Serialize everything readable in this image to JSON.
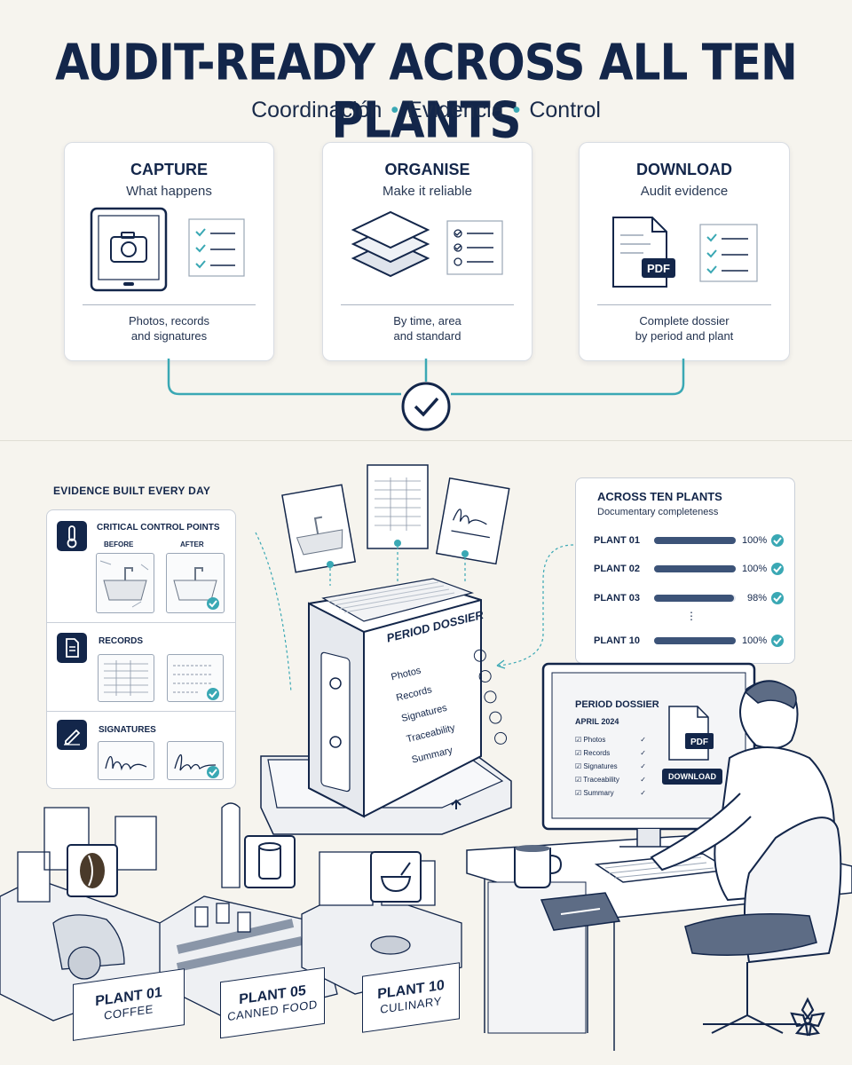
{
  "header": {
    "title": "AUDIT-READY ACROSS ALL TEN PLANTS",
    "subtitle_1": "Coordinación",
    "subtitle_2": "Evidencia",
    "subtitle_3": "Control"
  },
  "steps": [
    {
      "title": "CAPTURE",
      "sub": "What happens",
      "foot_1": "Photos, records",
      "foot_2": "and signatures",
      "icon": "tablet-camera-icon"
    },
    {
      "title": "ORGANISE",
      "sub": "Make it reliable",
      "foot_1": "By time, area",
      "foot_2": "and standard",
      "icon": "layers-icon"
    },
    {
      "title": "DOWNLOAD",
      "sub": "Audit evidence",
      "foot_1": "Complete dossier",
      "foot_2": "by period and plant",
      "icon": "pdf-document-icon"
    }
  ],
  "evidence": {
    "heading": "EVIDENCE BUILT EVERY DAY",
    "ccp_title": "CRITICAL CONTROL POINTS",
    "before": "BEFORE",
    "after": "AFTER",
    "records_title": "RECORDS",
    "signatures_title": "SIGNATURES"
  },
  "dossier": {
    "title": "PERIOD DOSSIER",
    "items": [
      "Photos",
      "Records",
      "Signatures",
      "Traceability",
      "Summary"
    ]
  },
  "plants_panel": {
    "title": "ACROSS TEN PLANTS",
    "sub": "Documentary completeness",
    "rows": [
      {
        "name": "PLANT 01",
        "pct": "100%",
        "value": 100
      },
      {
        "name": "PLANT 02",
        "pct": "100%",
        "value": 100
      },
      {
        "name": "PLANT 03",
        "pct": "98%",
        "value": 98
      },
      {
        "name": "PLANT 10",
        "pct": "100%",
        "value": 100
      }
    ],
    "ellipsis": "⋮"
  },
  "monitor": {
    "title": "PERIOD DOSSIER",
    "period": "APRIL 2024",
    "items": [
      "Photos",
      "Records",
      "Signatures",
      "Traceability",
      "Summary"
    ],
    "pdf": "PDF",
    "download": "DOWNLOAD"
  },
  "plants": [
    {
      "label": "PLANT 01",
      "sub": "COFFEE",
      "icon": "coffee-bean-icon"
    },
    {
      "label": "PLANT 05",
      "sub": "CANNED FOOD",
      "icon": "can-icon"
    },
    {
      "label": "PLANT 10",
      "sub": "CULINARY",
      "icon": "bowl-icon"
    }
  ],
  "pdf_label": "PDF",
  "colors": {
    "navy": "#13264a",
    "teal": "#3aa8b4",
    "background": "#f6f4ee"
  }
}
